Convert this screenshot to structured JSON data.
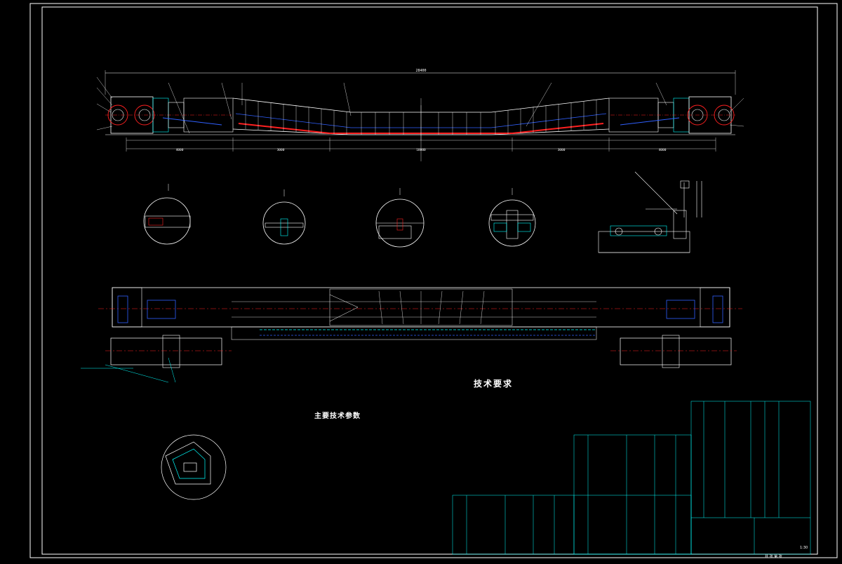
{
  "drawing": {
    "technical_requirements_title": "技术要求",
    "main_parameters_title": "主要技术参数",
    "scale_label": "1:30",
    "sheet_label": "共 张 第 张"
  },
  "dimensions": {
    "overall_width": "28400",
    "left_base": "4000",
    "bottom_mid": "18000",
    "left_mid": "3000",
    "right_mid": "3000",
    "right_base": "4000"
  }
}
